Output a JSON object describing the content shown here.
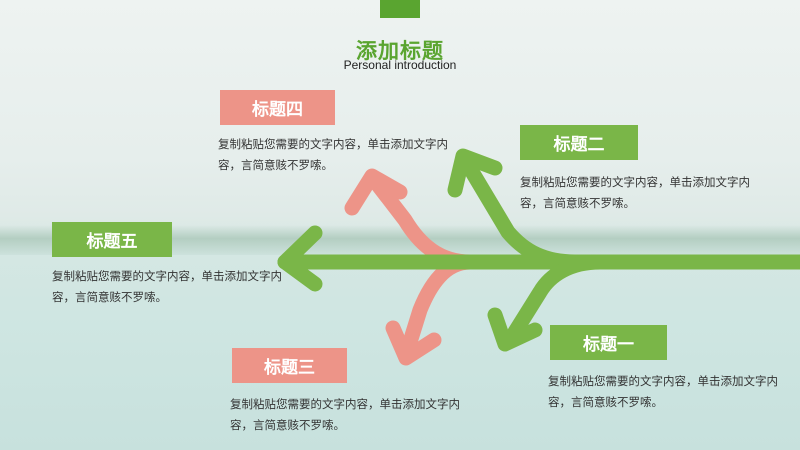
{
  "header": {
    "title": "添加标题",
    "subtitle": "Personal introduction"
  },
  "items": {
    "one": {
      "label": "标题一",
      "text": "复制粘贴您需要的文字内容，单击添加文字内容，言简意赅不罗嗦。"
    },
    "two": {
      "label": "标题二",
      "text": "复制粘贴您需要的文字内容，单击添加文字内容，言简意赅不罗嗦。"
    },
    "three": {
      "label": "标题三",
      "text": "复制粘贴您需要的文字内容，单击添加文字内容，言简意赅不罗嗦。"
    },
    "four": {
      "label": "标题四",
      "text": "复制粘贴您需要的文字内容，单击添加文字内容，言简意赅不罗嗦。"
    },
    "five": {
      "label": "标题五",
      "text": "复制粘贴您需要的文字内容，单击添加文字内容，言简意赅不罗嗦。"
    }
  },
  "colors": {
    "green": "#7ab648",
    "pink": "#ed9488",
    "title_green": "#5aa530"
  }
}
